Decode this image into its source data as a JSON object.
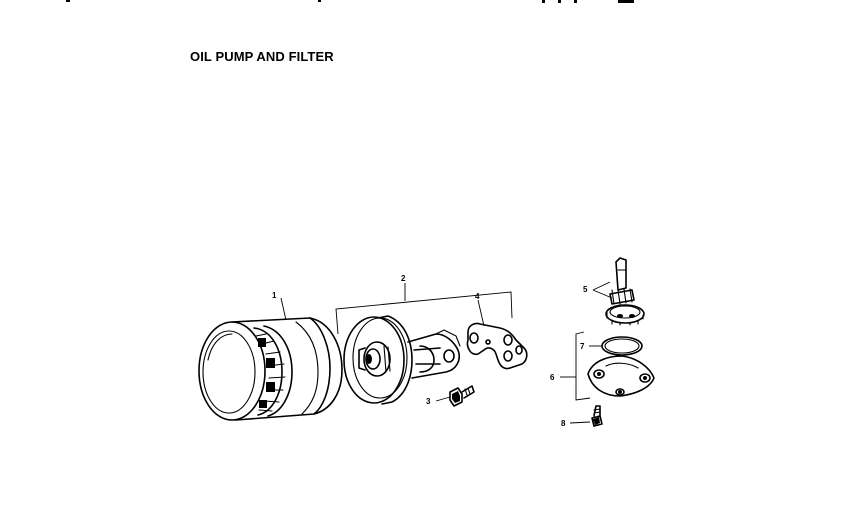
{
  "title": "OIL PUMP AND FILTER",
  "callouts": {
    "c1": "1",
    "c2": "2",
    "c3": "3",
    "c4": "4",
    "c5": "5",
    "c6": "6",
    "c7": "7",
    "c8": "8"
  },
  "parts": [
    {
      "label": "1",
      "icon": "oil-filter"
    },
    {
      "label": "2",
      "icon": "filter-adapter-housing"
    },
    {
      "label": "3",
      "icon": "fitting-bolt"
    },
    {
      "label": "4",
      "icon": "adapter-gasket"
    },
    {
      "label": "5",
      "icon": "pump-shaft-gear"
    },
    {
      "label": "6",
      "icon": "pump-cover"
    },
    {
      "label": "7",
      "icon": "o-ring"
    },
    {
      "label": "8",
      "icon": "screw"
    }
  ]
}
